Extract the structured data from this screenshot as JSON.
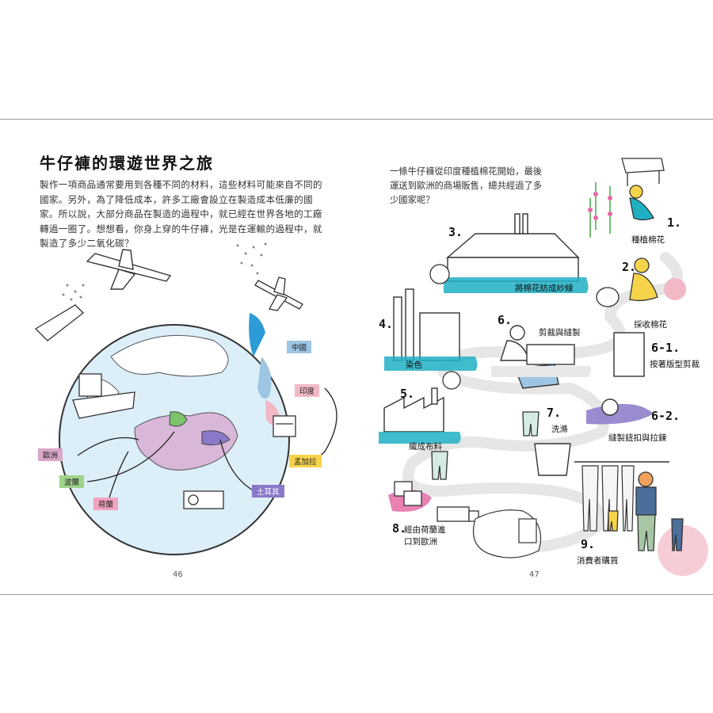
{
  "left_page": {
    "title": "牛仔褲的環遊世界之旅",
    "paragraph": "製作一項商品通常要用到各種不同的材料，這些材料可能來自不同的國家。另外，為了降低成本，許多工廠會設立在製造成本低廉的國家。所以說，大部分商品在製造的過程中，就已經在世界各地的工廠轉過一圈了。想想看，你身上穿的牛仔褲，光是在運輸的過程中，就製造了多少二氧化碳？",
    "map_tags": [
      {
        "text": "中國",
        "color": "#9cc6e4"
      },
      {
        "text": "印度",
        "color": "#f2b8c6"
      },
      {
        "text": "孟加拉",
        "color": "#f6d44a"
      },
      {
        "text": "土耳其",
        "color": "#8a78c8"
      },
      {
        "text": "歐洲",
        "color": "#d9a7c8"
      },
      {
        "text": "波蘭",
        "color": "#9fd38b"
      },
      {
        "text": "荷蘭",
        "color": "#f2a3c0"
      }
    ],
    "page_number": "46"
  },
  "right_page": {
    "intro": "一條牛仔褲從印度種植棉花開始，最後運送到歐洲的商場販售，總共經過了多少國家呢？",
    "steps": [
      {
        "num": "1.",
        "label": "種植棉花"
      },
      {
        "num": "2.",
        "label": "採收棉花"
      },
      {
        "num": "3.",
        "label": "將棉花紡成紗線"
      },
      {
        "num": "4.",
        "label": "染色"
      },
      {
        "num": "5.",
        "label": "織成布料"
      },
      {
        "num": "6.",
        "label": "剪裁與縫製"
      },
      {
        "num": "6-1.",
        "label": "按著版型剪裁"
      },
      {
        "num": "6-2.",
        "label": "縫製鈕扣與拉鍊"
      },
      {
        "num": "7.",
        "label": "洗滌"
      },
      {
        "num": "8.",
        "label": "經由荷蘭進口到歐洲"
      },
      {
        "num": "9.",
        "label": "消費者購買"
      }
    ],
    "page_number": "47"
  },
  "colors": {
    "teal": "#1fb0c4",
    "pink": "#e56ba6",
    "purple": "#8a78c8",
    "yellow": "#f6d44a",
    "green": "#7cc36a"
  }
}
